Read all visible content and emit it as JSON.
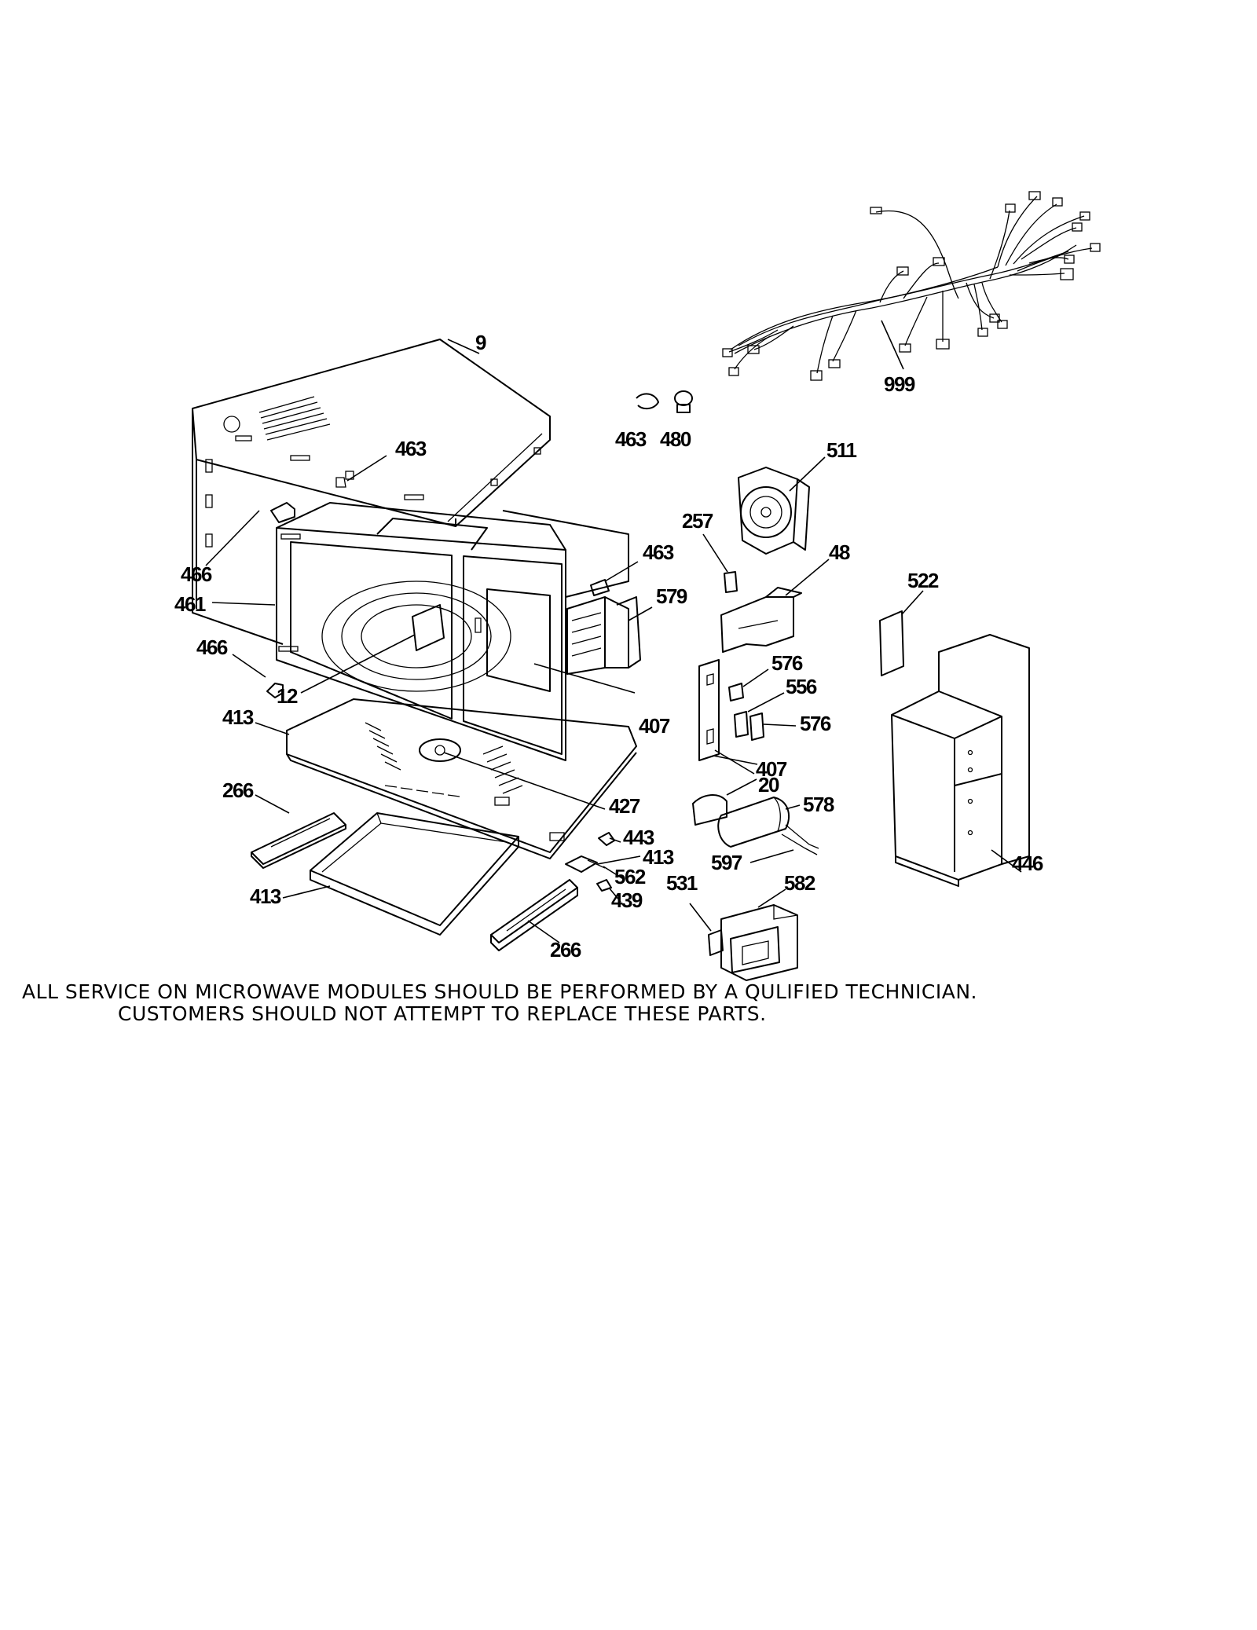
{
  "notice": {
    "line1": "ALL SERVICE ON MICROWAVE MODULES SHOULD BE PERFORMED BY A QULIFIED TECHNICIAN.",
    "line2": "CUSTOMERS SHOULD NOT ATTEMPT TO REPLACE THESE PARTS."
  },
  "callouts": {
    "outer_case": "9",
    "wire_harness": "999",
    "clip_top": "463",
    "clip_small": "463",
    "knob_480": "480",
    "clip_magnetron": "463",
    "fan_motor": "511",
    "part_257": "257",
    "duct": "48",
    "insulator": "522",
    "hinge_upper": "466",
    "front_panel": "461",
    "hinge_lower": "466",
    "waveguide_12": "12",
    "magnetron": "579",
    "bracket_407a": "407",
    "switch_576a": "576",
    "switch_556": "556",
    "switch_576b": "576",
    "bracket_407b": "407",
    "base_plate": "413",
    "motor_427": "427",
    "rail_left": "266",
    "clamp_20": "20",
    "capacitor": "578",
    "diode": "597",
    "base_cover_446": "446",
    "part_443": "443",
    "part_413b": "413",
    "part_562": "562",
    "part_439": "439",
    "bottom_tray": "413",
    "rail_right": "266",
    "part_531": "531",
    "transformer": "582"
  }
}
